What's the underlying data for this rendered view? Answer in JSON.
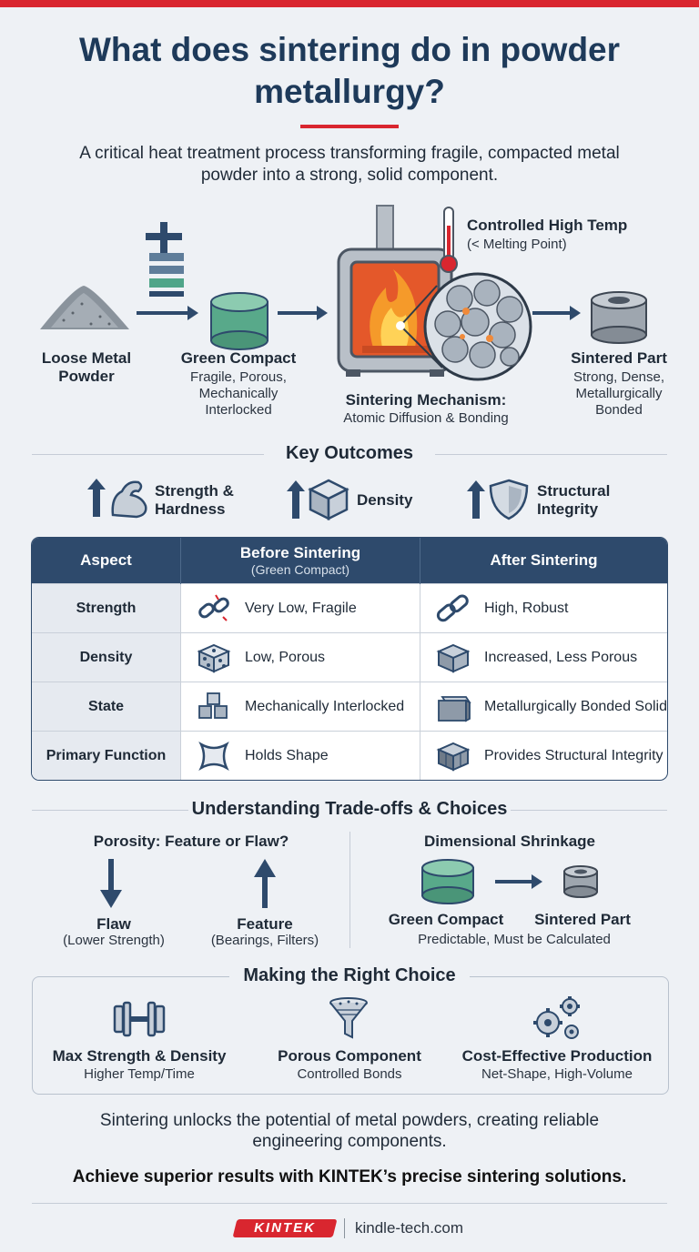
{
  "title": "What does sintering do in powder metallurgy?",
  "subtitle": "A critical heat treatment process transforming fragile, compacted metal powder into a strong, solid component.",
  "process": {
    "temp_title": "Controlled High Temp",
    "temp_sub": "(< Melting Point)",
    "loose_powder": "Loose Metal Powder",
    "green_title": "Green Compact",
    "green_desc": "Fragile, Porous, Mechanically Interlocked",
    "mechanism_title": "Sintering Mechanism:",
    "mechanism_desc": "Atomic Diffusion & Bonding",
    "sintered_title": "Sintered Part",
    "sintered_desc": "Strong, Dense, Metallurgically Bonded"
  },
  "outcomes": {
    "title": "Key Outcomes",
    "items": [
      {
        "label": "Strength & Hardness",
        "icon": "muscle-arm-icon"
      },
      {
        "label": "Density",
        "icon": "cube-icon"
      },
      {
        "label": "Structural Integrity",
        "icon": "shield-icon"
      }
    ]
  },
  "table": {
    "headers": {
      "aspect": "Aspect",
      "before": "Before Sintering",
      "before_sub": "(Green Compact)",
      "after": "After Sintering"
    },
    "rows": [
      {
        "aspect": "Strength",
        "before": "Very Low, Fragile",
        "after": "High, Robust"
      },
      {
        "aspect": "Density",
        "before": "Low, Porous",
        "after": "Increased, Less Porous"
      },
      {
        "aspect": "State",
        "before": "Mechanically Interlocked",
        "after": "Metallurgically Bonded Solid"
      },
      {
        "aspect": "Primary Function",
        "before": "Holds Shape",
        "after": "Provides Structural Integrity"
      }
    ]
  },
  "tradeoffs": {
    "title": "Understanding Trade-offs & Choices",
    "porosity_title": "Porosity: Feature or Flaw?",
    "flaw": "Flaw",
    "flaw_sub": "(Lower Strength)",
    "feature": "Feature",
    "feature_sub": "(Bearings, Filters)",
    "shrinkage_title": "Dimensional Shrinkage",
    "green": "Green Compact",
    "sintered": "Sintered Part",
    "shrink_note": "Predictable, Must be Calculated"
  },
  "choice": {
    "title": "Making the Right Choice",
    "items": [
      {
        "title": "Max Strength & Density",
        "sub": "Higher Temp/Time"
      },
      {
        "title": "Porous Component",
        "sub": "Controlled Bonds"
      },
      {
        "title": "Cost-Effective Production",
        "sub": "Net-Shape, High-Volume"
      }
    ]
  },
  "conclusion": "Sintering unlocks the potential of metal powders, creating reliable engineering components.",
  "cta": "Achieve superior results with KINTEK’s precise sintering solutions.",
  "footer": {
    "logo": "KINTEK",
    "url": "kindle-tech.com"
  },
  "colors": {
    "accent": "#d9262f",
    "navy": "#2e4a6c",
    "title": "#1e3a5a"
  }
}
